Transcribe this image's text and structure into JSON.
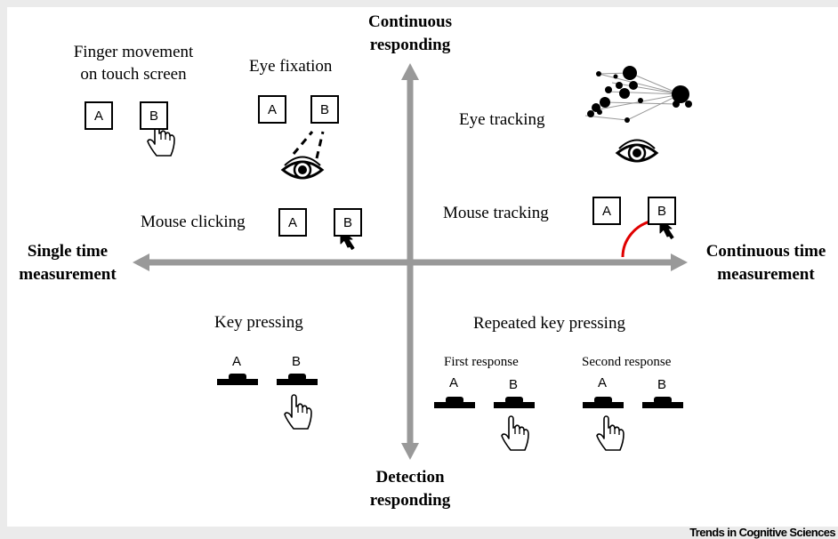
{
  "axes": {
    "top": "Continuous responding",
    "bottom": "Detection responding",
    "left": "Single time measurement",
    "right": "Continuous time measurement",
    "top_lines": [
      "Continuous",
      "responding"
    ],
    "bottom_lines": [
      "Detection",
      "responding"
    ],
    "left_lines": [
      "Single time",
      "measurement"
    ],
    "right_lines": [
      "Continuous time",
      "measurement"
    ]
  },
  "panels": {
    "finger": {
      "lines": [
        "Finger movement",
        "on touch screen"
      ],
      "a": "A",
      "b": "B"
    },
    "eye_fixation": {
      "label": "Eye fixation",
      "a": "A",
      "b": "B"
    },
    "mouse_clicking": {
      "label": "Mouse clicking",
      "a": "A",
      "b": "B"
    },
    "eye_tracking": {
      "label": "Eye tracking"
    },
    "mouse_tracking": {
      "label": "Mouse tracking",
      "a": "A",
      "b": "B"
    },
    "key_pressing": {
      "label": "Key pressing",
      "a": "A",
      "b": "B"
    },
    "repeated": {
      "label": "Repeated key pressing",
      "first": "First response",
      "second": "Second response",
      "a1": "A",
      "b1": "B",
      "a2": "A",
      "b2": "B"
    }
  },
  "footer": "Trends in Cognitive Sciences",
  "colors": {
    "axis": "#999999",
    "trajectory": "#e00000",
    "frame": "#ebebeb"
  },
  "icons": [
    "pointing-hand-icon",
    "eye-icon",
    "mouse-cursor-icon",
    "key-button-icon",
    "gaze-scanpath-icon"
  ]
}
